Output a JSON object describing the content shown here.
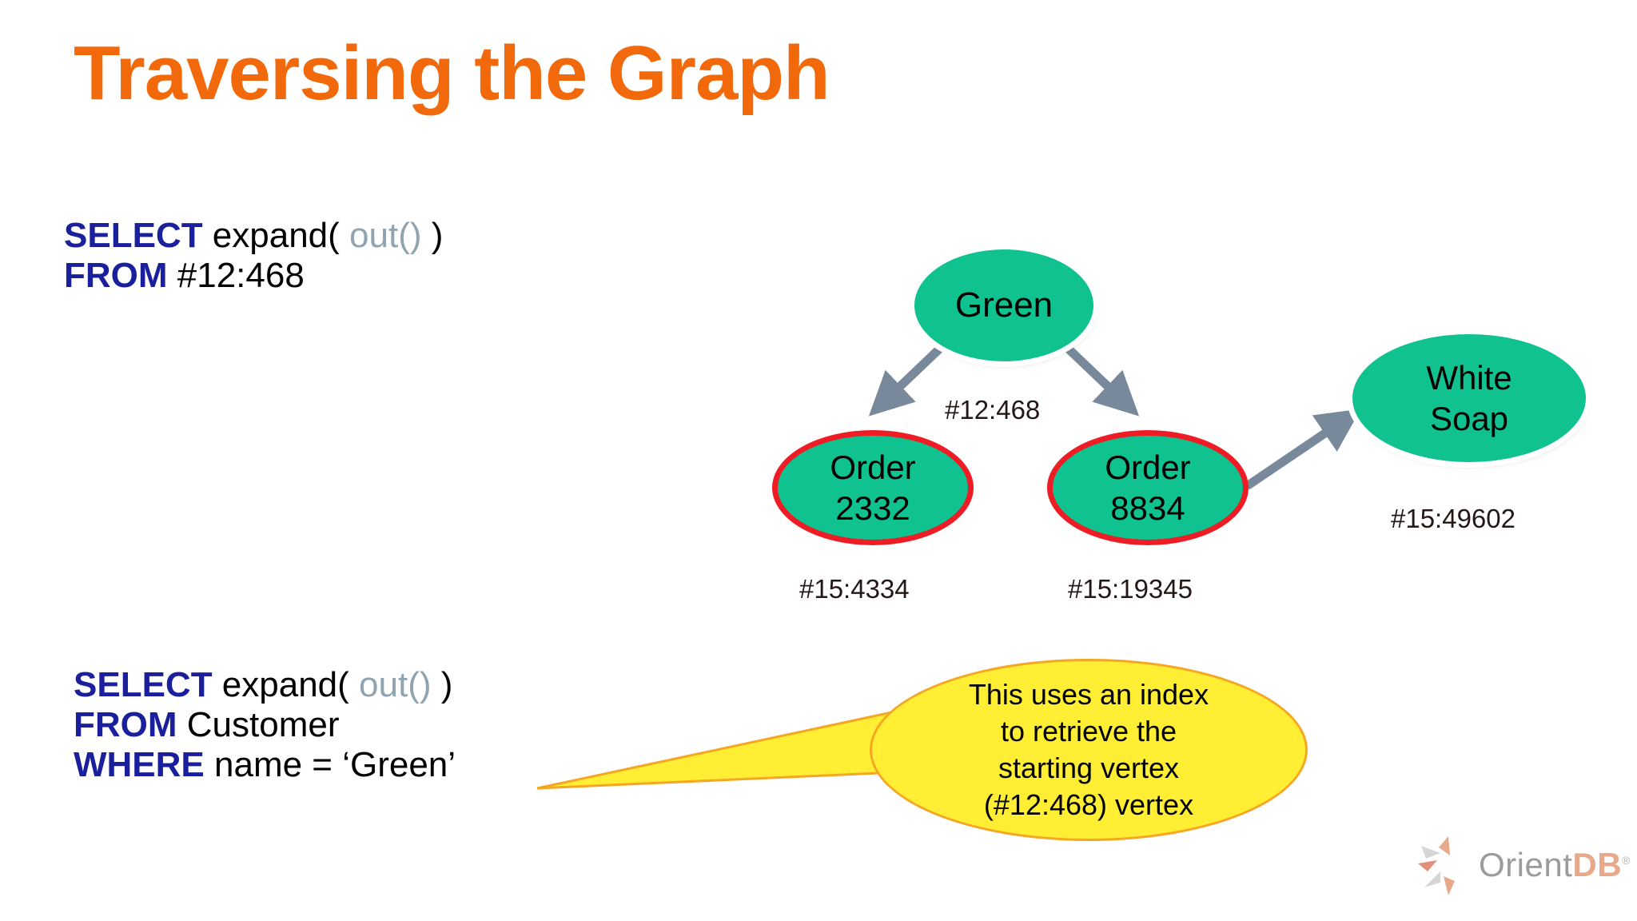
{
  "slide": {
    "title": "Traversing the Graph",
    "title_color": "#F2690C",
    "background": "#ffffff"
  },
  "colors": {
    "keyword_blue": "#1A1F9C",
    "function_gray": "#8FA3B0",
    "node_fill": "#0FC28F",
    "node_highlight_border": "#EE1C25",
    "callout_fill": "#FFEE33",
    "callout_border": "#F5A623",
    "arrow": "#77899A",
    "label_text": "#231815"
  },
  "query_1": {
    "line1_keyword": "SELECT",
    "line1_text": " expand( ",
    "line1_function": "out()",
    "line1_tail": " )",
    "line2_keyword": "FROM",
    "line2_text": " #12:468"
  },
  "query_2": {
    "line1_keyword": "SELECT",
    "line1_text": " expand( ",
    "line1_function": "out()",
    "line1_tail": " )",
    "line2_keyword": "FROM",
    "line2_text": " Customer",
    "line3_keyword": "WHERE",
    "line3_text": " name = ‘Green’"
  },
  "graph": {
    "nodes": [
      {
        "id": "green",
        "line1": "Green",
        "line2": "",
        "highlighted": false,
        "rid": "#12:468"
      },
      {
        "id": "order2332",
        "line1": "Order",
        "line2": "2332",
        "highlighted": true,
        "rid": "#15:4334"
      },
      {
        "id": "order8834",
        "line1": "Order",
        "line2": "8834",
        "highlighted": true,
        "rid": "#15:19345"
      },
      {
        "id": "whitesoap",
        "line1": "White",
        "line2": "Soap",
        "highlighted": false,
        "rid": "#15:49602"
      }
    ],
    "edge_label": "#12:468",
    "rid_order_2332": "#15:4334",
    "rid_order_8834": "#15:19345",
    "rid_white_soap": "#15:49602"
  },
  "callout": {
    "line1": "This uses an index",
    "line2": "to retrieve the",
    "line3": "starting vertex",
    "line4": "(#12:468) vertex"
  },
  "logo": {
    "name_part1": "Orient",
    "name_part2": "DB",
    "registered": "®"
  }
}
